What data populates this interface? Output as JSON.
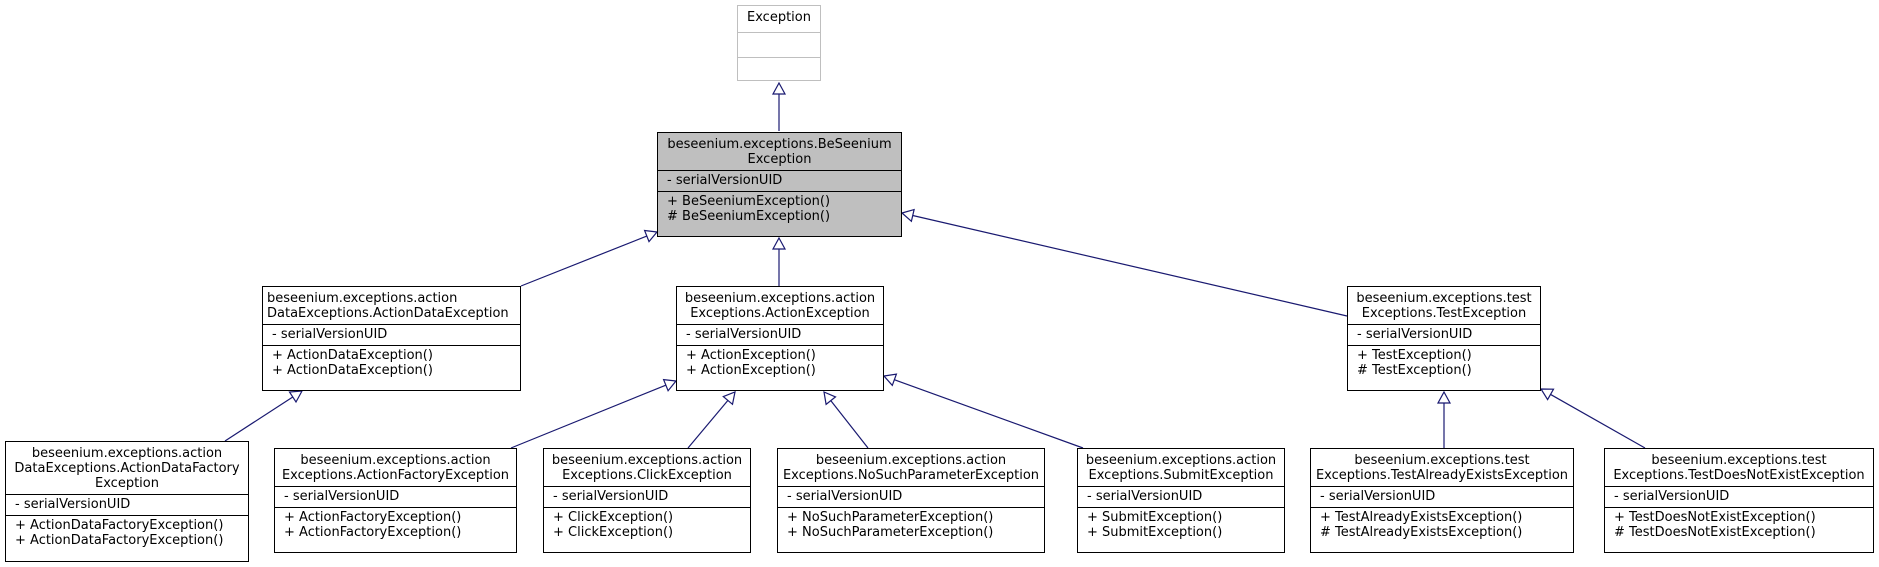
{
  "classes": {
    "exception": {
      "title": [
        "Exception"
      ],
      "attributes": [],
      "methods": []
    },
    "beseenium": {
      "title": [
        "beseenium.exceptions.BeSeenium",
        "Exception"
      ],
      "attributes": [
        "- serialVersionUID"
      ],
      "methods": [
        "+ BeSeeniumException()",
        "# BeSeeniumException()"
      ]
    },
    "actiondata": {
      "title": [
        "beseenium.exceptions.action",
        "DataExceptions.ActionDataException"
      ],
      "attributes": [
        "- serialVersionUID"
      ],
      "methods": [
        "+ ActionDataException()",
        "+ ActionDataException()"
      ]
    },
    "action": {
      "title": [
        "beseenium.exceptions.action",
        "Exceptions.ActionException"
      ],
      "attributes": [
        "- serialVersionUID"
      ],
      "methods": [
        "+ ActionException()",
        "+ ActionException()"
      ]
    },
    "test": {
      "title": [
        "beseenium.exceptions.test",
        "Exceptions.TestException"
      ],
      "attributes": [
        "- serialVersionUID"
      ],
      "methods": [
        "+ TestException()",
        "# TestException()"
      ]
    },
    "actiondatafactory": {
      "title": [
        "beseenium.exceptions.action",
        "DataExceptions.ActionDataFactory",
        "Exception"
      ],
      "attributes": [
        "- serialVersionUID"
      ],
      "methods": [
        "+ ActionDataFactoryException()",
        "+ ActionDataFactoryException()"
      ]
    },
    "actionfactory": {
      "title": [
        "beseenium.exceptions.action",
        "Exceptions.ActionFactoryException"
      ],
      "attributes": [
        "- serialVersionUID"
      ],
      "methods": [
        "+ ActionFactoryException()",
        "+ ActionFactoryException()"
      ]
    },
    "click": {
      "title": [
        "beseenium.exceptions.action",
        "Exceptions.ClickException"
      ],
      "attributes": [
        "- serialVersionUID"
      ],
      "methods": [
        "+ ClickException()",
        "+ ClickException()"
      ]
    },
    "nosuchparameter": {
      "title": [
        "beseenium.exceptions.action",
        "Exceptions.NoSuchParameterException"
      ],
      "attributes": [
        "- serialVersionUID"
      ],
      "methods": [
        "+ NoSuchParameterException()",
        "+ NoSuchParameterException()"
      ]
    },
    "submit": {
      "title": [
        "beseenium.exceptions.action",
        "Exceptions.SubmitException"
      ],
      "attributes": [
        "- serialVersionUID"
      ],
      "methods": [
        "+ SubmitException()",
        "+ SubmitException()"
      ]
    },
    "testalreadyexists": {
      "title": [
        "beseenium.exceptions.test",
        "Exceptions.TestAlreadyExistsException"
      ],
      "attributes": [
        "- serialVersionUID"
      ],
      "methods": [
        "+ TestAlreadyExistsException()",
        "# TestAlreadyExistsException()"
      ]
    },
    "testdoesnotexist": {
      "title": [
        "beseenium.exceptions.test",
        "Exceptions.TestDoesNotExistException"
      ],
      "attributes": [
        "- serialVersionUID"
      ],
      "methods": [
        "+ TestDoesNotExistException()",
        "# TestDoesNotExistException()"
      ]
    }
  },
  "inheritance": [
    {
      "child": "beseenium",
      "parent": "exception"
    },
    {
      "child": "actiondata",
      "parent": "beseenium"
    },
    {
      "child": "action",
      "parent": "beseenium"
    },
    {
      "child": "test",
      "parent": "beseenium"
    },
    {
      "child": "actiondatafactory",
      "parent": "actiondata"
    },
    {
      "child": "actionfactory",
      "parent": "action"
    },
    {
      "child": "click",
      "parent": "action"
    },
    {
      "child": "nosuchparameter",
      "parent": "action"
    },
    {
      "child": "submit",
      "parent": "action"
    },
    {
      "child": "testalreadyexists",
      "parent": "test"
    },
    {
      "child": "testdoesnotexist",
      "parent": "test"
    }
  ],
  "colors": {
    "edge": "#191970",
    "focus_fill": "#bfbfbf",
    "external_border": "#bfbfbf"
  }
}
